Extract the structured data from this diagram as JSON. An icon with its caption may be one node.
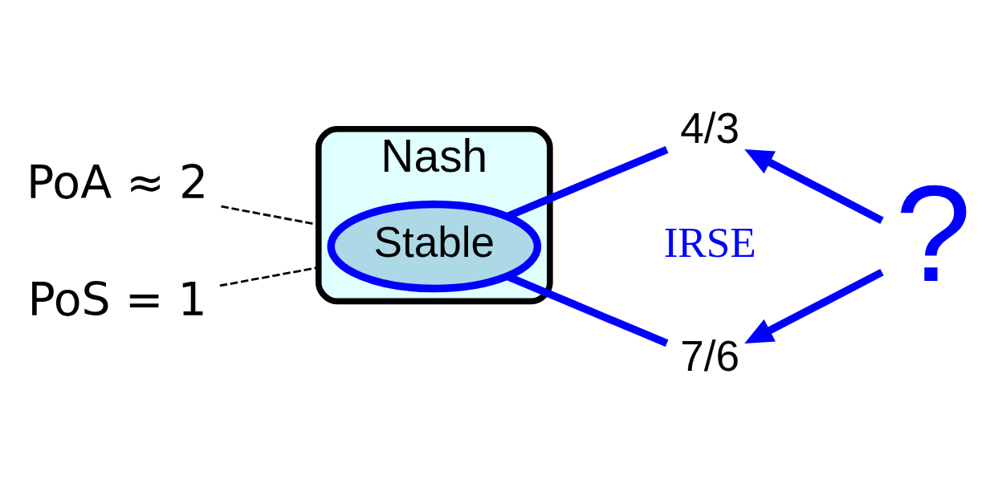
{
  "diagram": {
    "nodes": [
      {
        "text": [
          "Nash"
        ]
      },
      {
        "text": [
          "Stable"
        ],
        "in": 0
      },
      {
        "text": [
          "PoA ≈ 2"
        ]
      },
      {
        "text": [
          "PoS = 1"
        ]
      },
      {
        "text": [
          "4/3"
        ]
      },
      {
        "text": [
          "7/6"
        ]
      },
      {
        "text": [
          "IRSE"
        ]
      },
      {
        "text": [
          "?"
        ]
      }
    ],
    "edges": [
      {
        "from": 2,
        "to": 0,
        "arrow": "none",
        "style": "dashed",
        "color": "#000000"
      },
      {
        "from": 3,
        "to": 0,
        "arrow": "none",
        "style": "dashed",
        "color": "#000000"
      },
      {
        "from": 1,
        "to": 4,
        "arrow": "none"
      },
      {
        "from": 1,
        "to": 5,
        "arrow": "none"
      },
      {
        "from": 7,
        "to": 4,
        "arrow": "to"
      },
      {
        "from": 7,
        "to": 5,
        "arrow": "to"
      }
    ]
  }
}
